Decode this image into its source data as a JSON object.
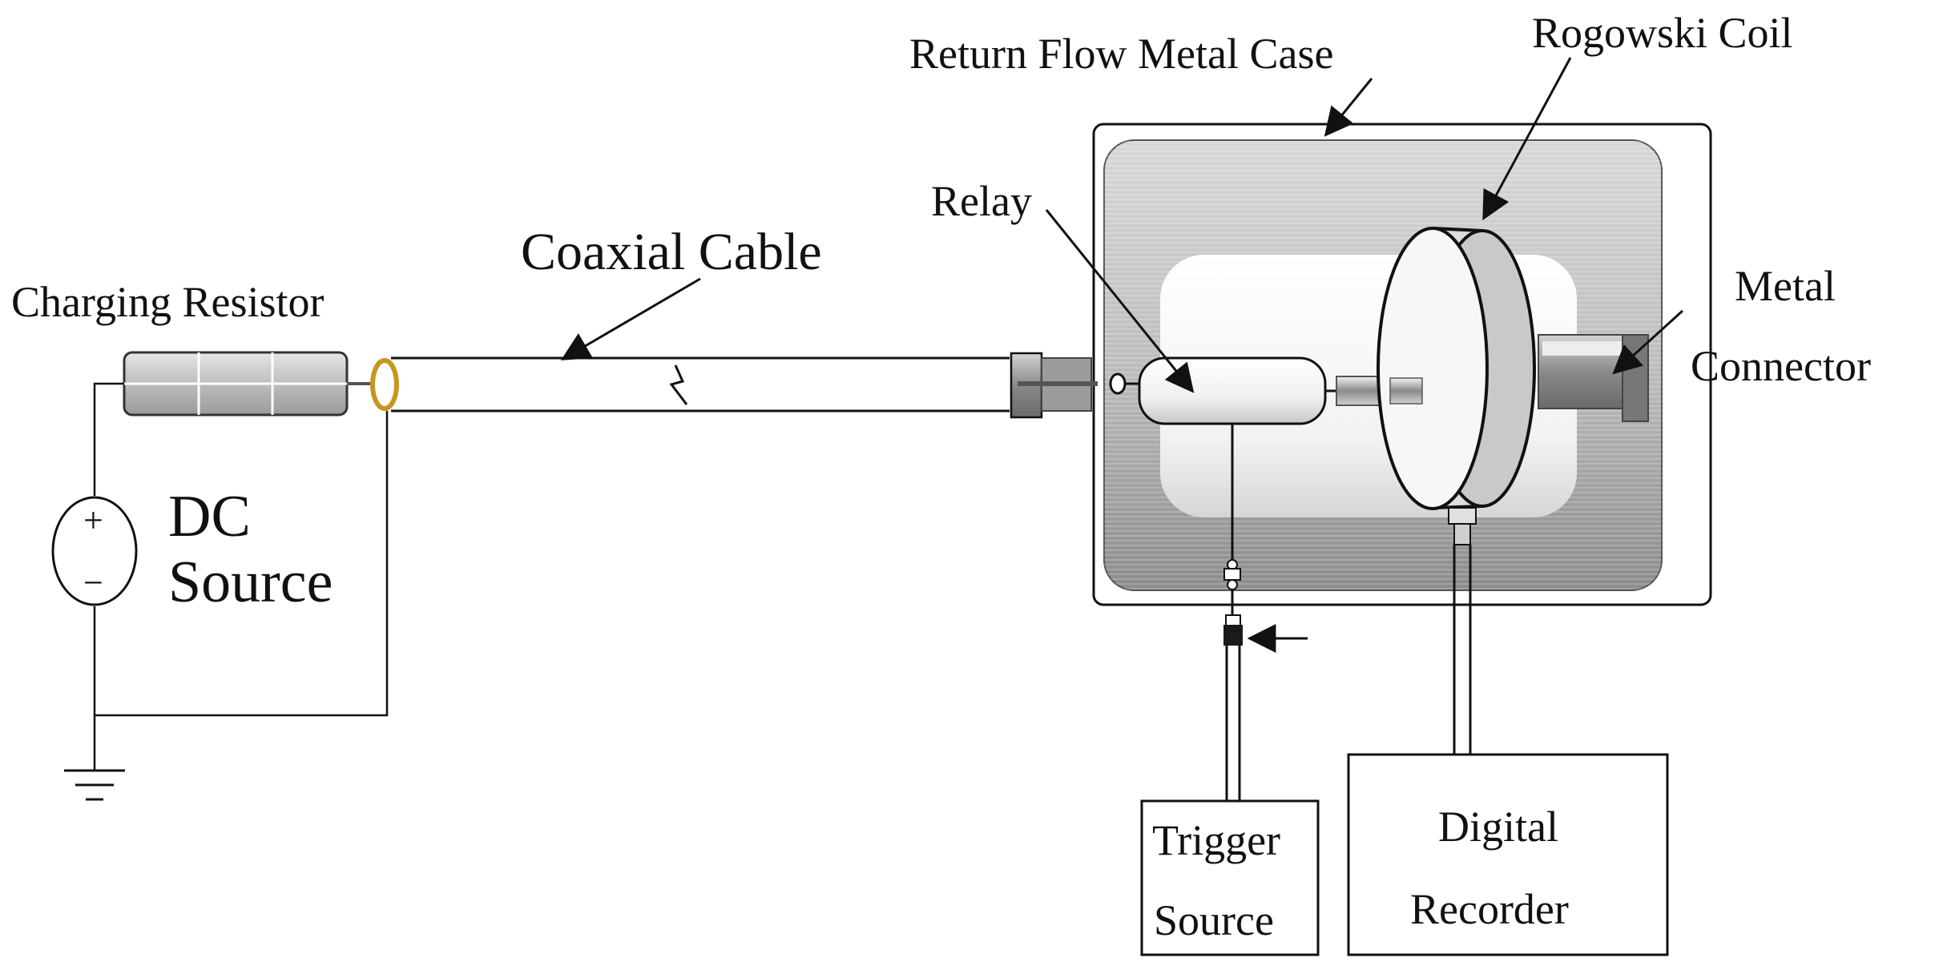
{
  "labels": {
    "return_flow_metal_case": "Return Flow Metal Case",
    "rogowski_coil": "Rogowski Coil",
    "relay": "Relay",
    "coaxial_cable": "Coaxial Cable",
    "charging_resistor": "Charging  Resistor",
    "metal": "Metal",
    "connector": "Connector",
    "dc": "DC",
    "source": "Source",
    "trigger": "Trigger",
    "trigger_source": "Source",
    "digital": "Digital",
    "recorder": "Recorder",
    "plus": "+",
    "minus": "−"
  },
  "colors": {
    "line": "#111111",
    "case_gray": "#9a9a9a",
    "ring_gold": "#c8961e"
  }
}
